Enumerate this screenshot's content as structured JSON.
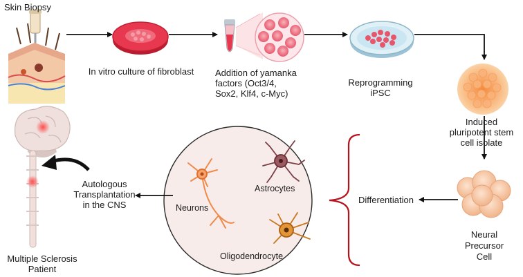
{
  "labels": {
    "skin_biopsy": "Skin Biopsy",
    "fibroblast_culture": "In vitro culture of fibroblast",
    "yamanaka_1": "Addition of yamanka",
    "yamanaka_2": "factors (Oct3/4,",
    "yamanaka_3": "Sox2, Klf4, c-Myc)",
    "reprogramming_1": "Reprogramming",
    "reprogramming_2": "iPSC",
    "ipsc_isolate_1": "Induced",
    "ipsc_isolate_2": "pluripotent stem",
    "ipsc_isolate_3": "cell isolate",
    "npc_1": "Neural",
    "npc_2": "Precursor",
    "npc_3": "Cell",
    "differentiation": "Differentiation",
    "neurons": "Neurons",
    "astrocytes": "Astrocytes",
    "oligodendrocyte": "Oligodendrocyte",
    "transplant_1": "Autologous",
    "transplant_2": "Transplantation",
    "transplant_3": "in the CNS",
    "patient_1": "Multiple Sclerosis",
    "patient_2": "Patient"
  },
  "icons": [
    "skin-biopsy-icon",
    "petri-dish-fibroblast-icon",
    "tube-icon",
    "magnified-cells-icon",
    "petri-dish-ipsc-icon",
    "cell-cluster-icon",
    "neural-precursor-icon",
    "neuron-icon",
    "astrocyte-icon",
    "oligodendrocyte-icon",
    "brain-spine-icon"
  ],
  "colors": {
    "arrow": "#111111",
    "bracket": "#b5121b",
    "dish_red": "#e8384f",
    "cell_red": "#f28b96",
    "ipsc_orange": "#f7a25a",
    "npc_peach": "#f6c9a6",
    "neuron": "#f08a4b",
    "astrocyte": "#7a3e45",
    "oligodendrocyte": "#c9781e",
    "brain": "#efe0dd"
  }
}
